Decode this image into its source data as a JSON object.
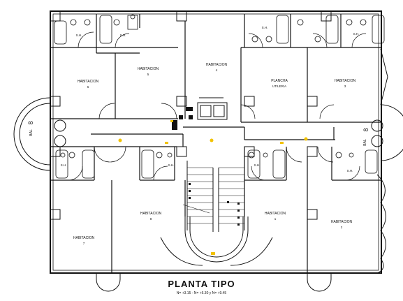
{
  "plan": {
    "title": "PLANTA TIPO",
    "levels": "N= +3.15 - N= +6.30 y N= +9.45"
  },
  "rooms": {
    "habitacion_6": {
      "name": "HABITACION",
      "number": "6"
    },
    "habitacion_5": {
      "name": "HABITACION",
      "number": "5"
    },
    "habitacion_4": {
      "name": "HABITACION",
      "number": "4"
    },
    "habitacion_3": {
      "name": "HABITACION",
      "number": "3"
    },
    "habitacion_7": {
      "name": "HABITACION",
      "number": "7"
    },
    "habitacion_8": {
      "name": "HABITACION",
      "number": "8"
    },
    "habitacion_1": {
      "name": "HABITACION",
      "number": "1"
    },
    "habitacion_2": {
      "name": "HABITACION",
      "number": "2"
    },
    "plancha": {
      "line1": "PLANCHA",
      "line2": "UTILERIA"
    },
    "sh": "S.H."
  },
  "balconies": {
    "label": "BAL",
    "number": "8"
  },
  "colors": {
    "ink": "#111111",
    "accent": "#f2c200",
    "paper": "#ffffff"
  }
}
